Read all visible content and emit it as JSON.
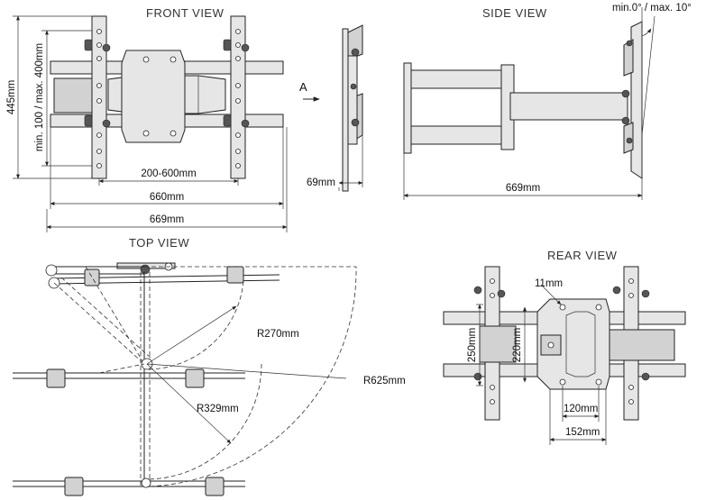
{
  "front_view": {
    "title": "FRONT VIEW",
    "height_label": "445mm",
    "vesa_vertical_label": "min. 100 / max. 400mm",
    "bracket_spacing_label": "200-600mm",
    "arm_width_label": "660mm",
    "total_width_label": "669mm"
  },
  "side_view_a": {
    "arrow_label": "A",
    "depth_label": "69mm"
  },
  "side_view": {
    "title": "SIDE VIEW",
    "tilt_label": "min.0° / max. 10°",
    "extension_label": "669mm"
  },
  "top_view": {
    "title": "TOP VIEW",
    "radius_1_label": "R270mm",
    "radius_2_label": "R329mm",
    "radius_3_label": "R625mm"
  },
  "rear_view": {
    "title": "REAR VIEW",
    "hole_label": "11mm",
    "height_1_label": "250mm",
    "height_2_label": "220mm",
    "width_1_label": "120mm",
    "width_2_label": "152mm"
  }
}
